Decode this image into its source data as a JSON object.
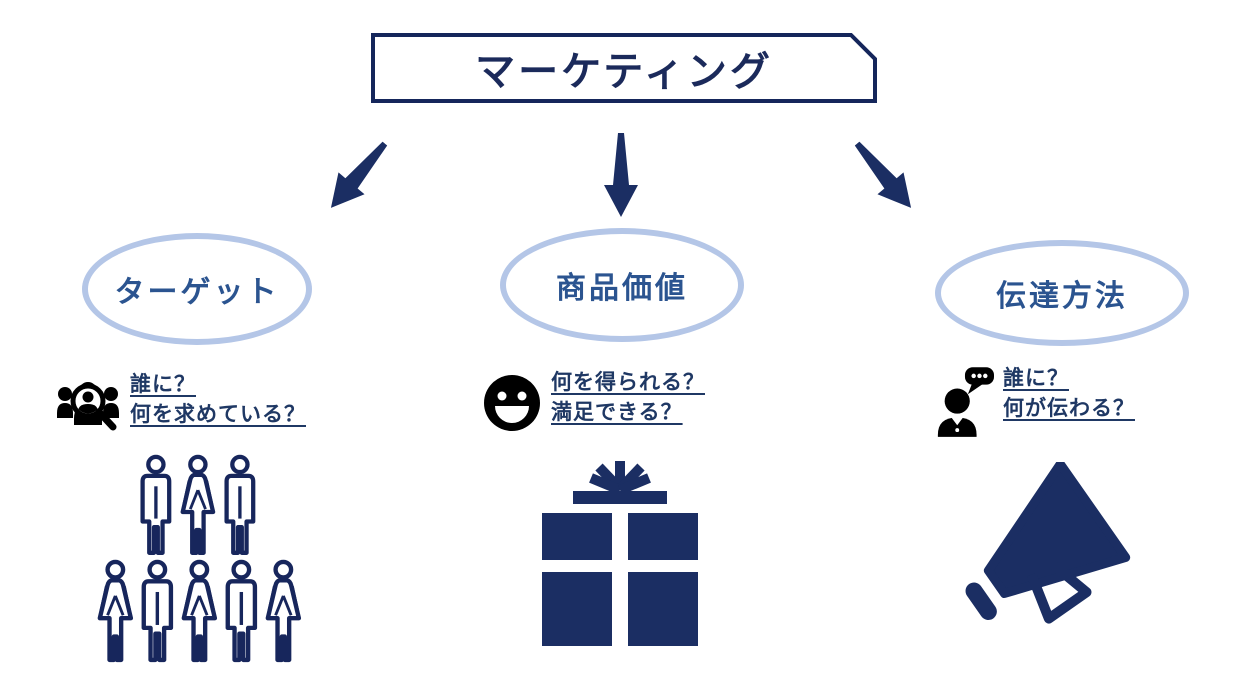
{
  "diagram": {
    "title": "マーケティング",
    "branches": [
      {
        "label": "ターゲット",
        "icon": "audience-search-icon",
        "questions": [
          "誰に？",
          "何を求めている？"
        ],
        "bottom_icon": "crowd-icon"
      },
      {
        "label": "商品価値",
        "icon": "smiley-face-icon",
        "questions": [
          "何を得られる？",
          "満足できる？"
        ],
        "bottom_icon": "gift-box-icon"
      },
      {
        "label": "伝達方法",
        "icon": "speaking-person-icon",
        "questions": [
          "誰に？",
          "何が伝わる？"
        ],
        "bottom_icon": "megaphone-icon"
      }
    ],
    "colors": {
      "navy": "#1B2E63",
      "title_navy": "#1B2A5B",
      "question_navy": "#1F3864",
      "ellipse_border": "#B4C6E7",
      "ellipse_label": "#2B5490",
      "icon_black": "#000000"
    }
  }
}
